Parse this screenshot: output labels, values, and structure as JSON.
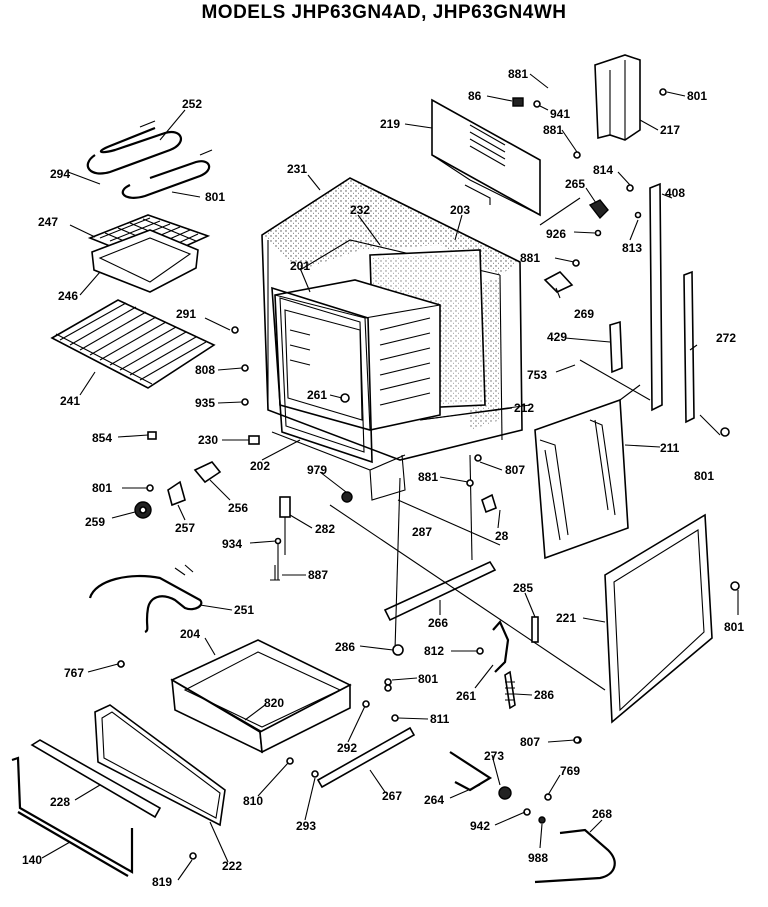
{
  "title": "MODELS JHP63GN4AD, JHP63GN4WH",
  "parts": {
    "p881a": "881",
    "p86": "86",
    "p941": "941",
    "p801a": "801",
    "p217": "217",
    "p219": "219",
    "p881b": "881",
    "p814": "814",
    "p265": "265",
    "p408": "408",
    "p926": "926",
    "p813": "813",
    "p252": "252",
    "p294": "294",
    "p801b": "801",
    "p231": "231",
    "p232": "232",
    "p203": "203",
    "p247": "247",
    "p881c": "881",
    "p246": "246",
    "p201": "201",
    "p269": "269",
    "p291": "291",
    "p429": "429",
    "p272": "272",
    "p241": "241",
    "p808": "808",
    "p753": "753",
    "p261a": "261",
    "p935": "935",
    "p212": "212",
    "p854": "854",
    "p230": "230",
    "p211": "211",
    "p202": "202",
    "p979": "979",
    "p881d": "881",
    "p807a": "807",
    "p801c": "801",
    "p801d": "801",
    "p256": "256",
    "p287": "287",
    "p28": "28",
    "p259": "259",
    "p257": "257",
    "p282": "282",
    "p934": "934",
    "p887": "887",
    "p251": "251",
    "p266": "266",
    "p285": "285",
    "p221": "221",
    "p801e": "801",
    "p204": "204",
    "p286a": "286",
    "p812": "812",
    "p767": "767",
    "p801f": "801",
    "p261b": "261",
    "p286b": "286",
    "p820": "820",
    "p811": "811",
    "p292": "292",
    "p807b": "807",
    "p273": "273",
    "p769": "769",
    "p228": "228",
    "p810": "810",
    "p267": "267",
    "p264": "264",
    "p268": "268",
    "p293": "293",
    "p942": "942",
    "p140": "140",
    "p222": "222",
    "p819": "819",
    "p988": "988"
  }
}
